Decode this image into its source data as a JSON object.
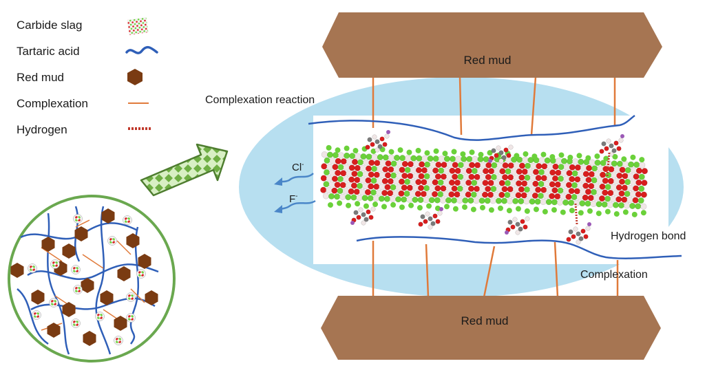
{
  "legend": {
    "items": [
      {
        "label": "Carbide slag",
        "icon": "carbide-slag-icon"
      },
      {
        "label": "Tartaric acid",
        "icon": "tartaric-acid-icon"
      },
      {
        "label": "Red mud",
        "icon": "red-mud-icon"
      },
      {
        "label": "Complexation",
        "icon": "complexation-line-icon"
      },
      {
        "label": "Hydrogen",
        "icon": "hydrogen-dotted-icon"
      }
    ]
  },
  "diagram": {
    "top_block_label": "Red mud",
    "bottom_block_label": "Red mud",
    "reaction_label": "Complexation  reaction",
    "chloride_ion": "Cl",
    "chloride_charge": "-",
    "fluoride_ion": "F",
    "fluoride_charge": "-",
    "hydrogen_bond_label": "Hydrogen bond",
    "complexation_label": "Complexation"
  },
  "colors": {
    "red_mud": "#a67552",
    "red_mud_hex": "#7a3b12",
    "tartaric_acid": "#2f5fb8",
    "complexation": "#e07a3a",
    "hydrogen": "#c0392b",
    "ellipse": "#b7dff0",
    "circle_border": "#6aa84f",
    "arrow_fill": "#a9d08e",
    "arrow_border": "#4e7d2f",
    "ion_arrow": "#4a86c8",
    "atom_red": "#d81e1e",
    "atom_green": "#6bd13a",
    "atom_white": "#f0e6e6",
    "atom_gray": "#7a7a7a",
    "atom_purple": "#9b59b6"
  }
}
